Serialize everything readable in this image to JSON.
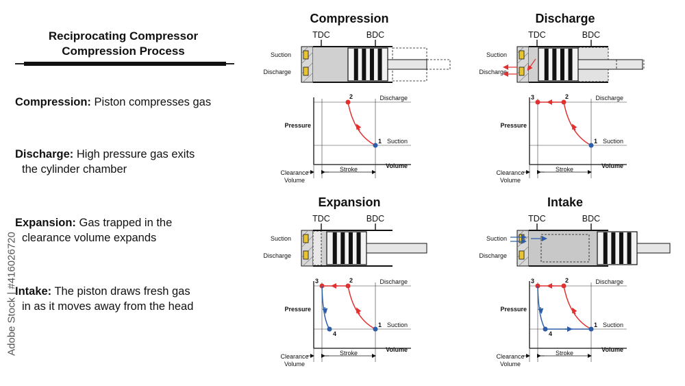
{
  "title": {
    "line1": "Reciprocating Compressor",
    "line2": "Compression Process"
  },
  "descriptions": [
    {
      "term": "Compression:",
      "text": " Piston compresses gas"
    },
    {
      "term": "Discharge:",
      "text": " High pressure gas exits",
      "text2": "the cylinder chamber"
    },
    {
      "term": "Expansion:",
      "text": " Gas trapped in the",
      "text2": "clearance volume expands"
    },
    {
      "term": "Intake:",
      "text": " The piston draws fresh gas",
      "text2": "in as it moves away from the head"
    }
  ],
  "watermark": "Adobe Stock | #416026720",
  "labels": {
    "tdc": "TDC",
    "bdc": "BDC",
    "suction": "Suction",
    "discharge": "Discharge",
    "pressure": "Pressure",
    "volume": "Volume",
    "stroke": "Stroke",
    "clearance1": "Clearance",
    "clearance2": "Volume",
    "p1": "1",
    "p2": "2",
    "p3": "3",
    "p4": "4"
  },
  "panels": [
    {
      "title": "Compression",
      "stage": "compression"
    },
    {
      "title": "Discharge",
      "stage": "discharge"
    },
    {
      "title": "Expansion",
      "stage": "expansion"
    },
    {
      "title": "Intake",
      "stage": "intake"
    }
  ],
  "colors": {
    "red": "#e03030",
    "blue": "#2d5da8",
    "yellow": "#e8c530",
    "gas_grey": "#d0d0d0"
  }
}
